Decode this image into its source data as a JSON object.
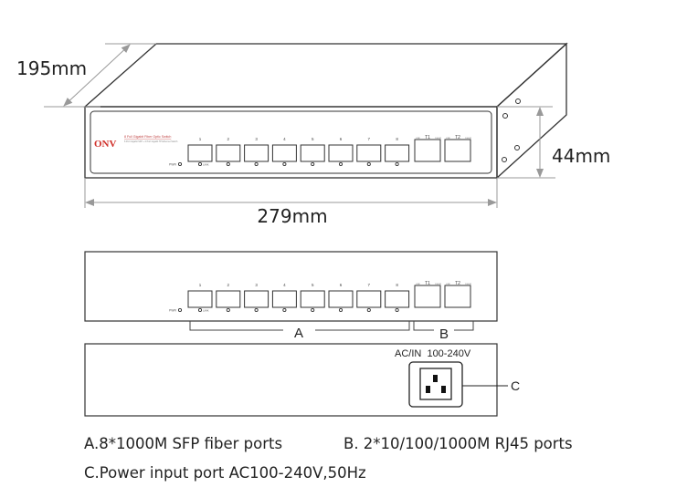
{
  "dimensions": {
    "depth": "195mm",
    "height": "44mm",
    "width": "279mm"
  },
  "front_panel": {
    "brand": "ONV",
    "model_title": "8 Full Gigabit Fiber Optic Switch",
    "model_subtitle": "8 Port Gigabit SFP + 2 Port Gigabit TP Ethernet Switch",
    "pwr_label": "PWR",
    "link_label": "LINK",
    "sfp_ports": [
      "1",
      "2",
      "3",
      "4",
      "5",
      "6",
      "7",
      "8"
    ],
    "rj45_ports": [
      "T1",
      "T2"
    ],
    "rj45_led_left": "LINK",
    "rj45_led_right": "1000M",
    "brand_color": "#d0302a"
  },
  "callouts": {
    "a": "A",
    "b": "B",
    "c": "C"
  },
  "rear_panel": {
    "power_label": "AC/IN  100-240V"
  },
  "legend": {
    "a": "A.8*1000M SFP fiber ports",
    "b": "B. 2*10/100/1000M RJ45 ports",
    "c": "C.Power input port AC100-240V,50Hz"
  }
}
